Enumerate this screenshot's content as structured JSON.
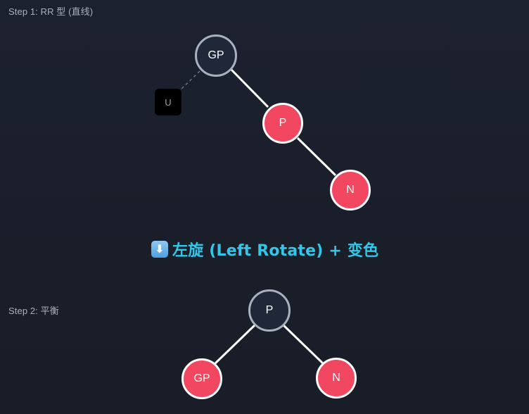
{
  "step1": {
    "label": "Step 1: RR 型 (直线)",
    "nodes": {
      "grandparent": {
        "text": "GP",
        "color": "black"
      },
      "uncle": {
        "text": "U",
        "color": "nil"
      },
      "parent": {
        "text": "P",
        "color": "red"
      },
      "new_node": {
        "text": "N",
        "color": "red"
      }
    }
  },
  "transition": {
    "icon": "down-arrow-icon",
    "text": "左旋 (Left Rotate) + 变色"
  },
  "step2": {
    "label": "Step 2: 平衡",
    "nodes": {
      "root": {
        "text": "P",
        "color": "black"
      },
      "left": {
        "text": "GP",
        "color": "red"
      },
      "right": {
        "text": "N",
        "color": "red"
      }
    }
  },
  "colors": {
    "background": "#1a1f2b",
    "black_node_fill": "#1f2738",
    "black_node_border": "#a9b1bf",
    "red_node_fill": "#f14760",
    "red_node_border": "#ffffff",
    "edge": "#ffffff",
    "dashed_edge": "#6b7280",
    "transition_text": "#33c6e8",
    "label_text": "#a9b0bd"
  }
}
